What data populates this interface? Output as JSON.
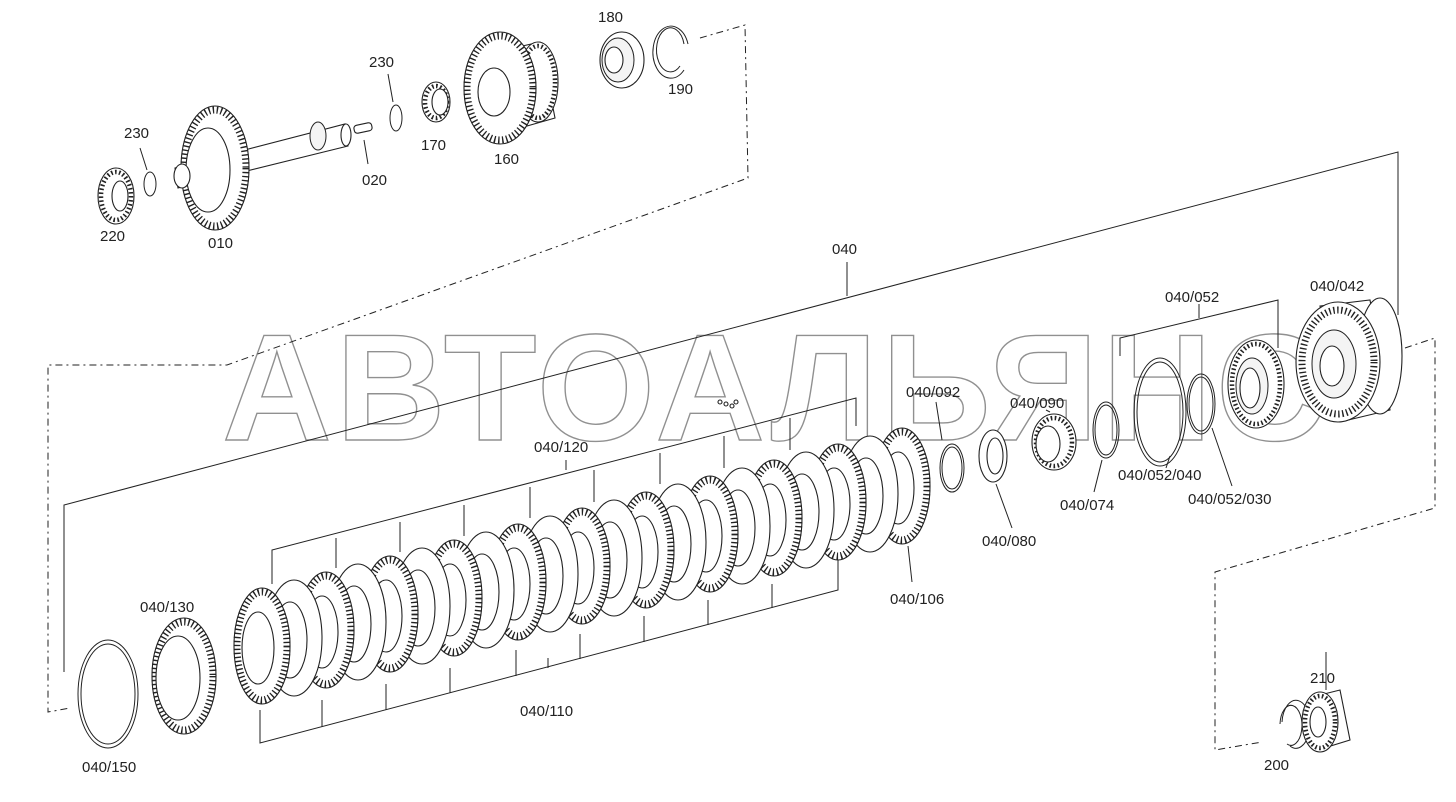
{
  "watermark": "АВТОАЛЬЯНС",
  "labels": {
    "p010": "010",
    "p020": "020",
    "p040": "040",
    "p040_042": "040/042",
    "p040_052": "040/052",
    "p040_052_030": "040/052/030",
    "p040_052_040": "040/052/040",
    "p040_074": "040/074",
    "p040_080": "040/080",
    "p040_090": "040/090",
    "p040_092": "040/092",
    "p040_106": "040/106",
    "p040_110": "040/110",
    "p040_120": "040/120",
    "p040_130": "040/130",
    "p040_150": "040/150",
    "p160": "160",
    "p170": "170",
    "p180": "180",
    "p190": "190",
    "p200": "200",
    "p210": "210",
    "p220": "220",
    "p230a": "230",
    "p230b": "230"
  }
}
